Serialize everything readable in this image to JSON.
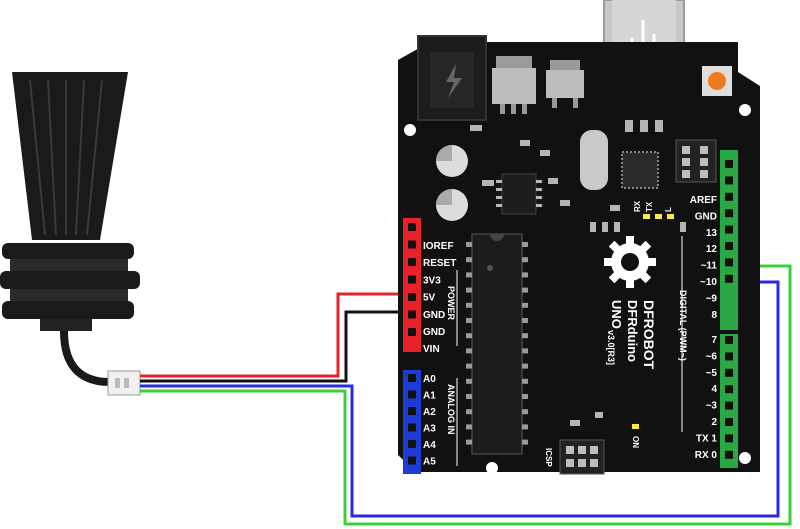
{
  "board": {
    "brand": "DFROBOT",
    "model": "DFRduino",
    "variant": "UNO",
    "version": "v3.0[R3]",
    "icsp": "ICSP",
    "on": "ON",
    "rx": "RX",
    "tx": "TX",
    "l": "L",
    "power_section": "POWER",
    "analog_section": "ANALOG IN",
    "digital_section": "DIGITAL (PWM~)",
    "power_pins": [
      "IOREF",
      "RESET",
      "3V3",
      "5V",
      "GND",
      "GND",
      "VIN"
    ],
    "analog_pins": [
      "A0",
      "A1",
      "A2",
      "A3",
      "A4",
      "A5"
    ],
    "digital_pins_top": [
      "AREF",
      "GND",
      "13",
      "12",
      "~11",
      "~10",
      "~9",
      "8"
    ],
    "digital_pins_bottom": [
      "7",
      "~6",
      "~5",
      "4",
      "~3",
      "2",
      "TX 1",
      "RX 0"
    ]
  },
  "colors": {
    "board": "#111111",
    "power_header": "#e8222a",
    "analog_header": "#1f3bd6",
    "digital_header": "#2aa845",
    "wire_red": "#e8222a",
    "wire_black": "#111111",
    "wire_blue": "#2a2ae0",
    "wire_green": "#3ccf3c",
    "reset_button": "#f07a1c"
  }
}
